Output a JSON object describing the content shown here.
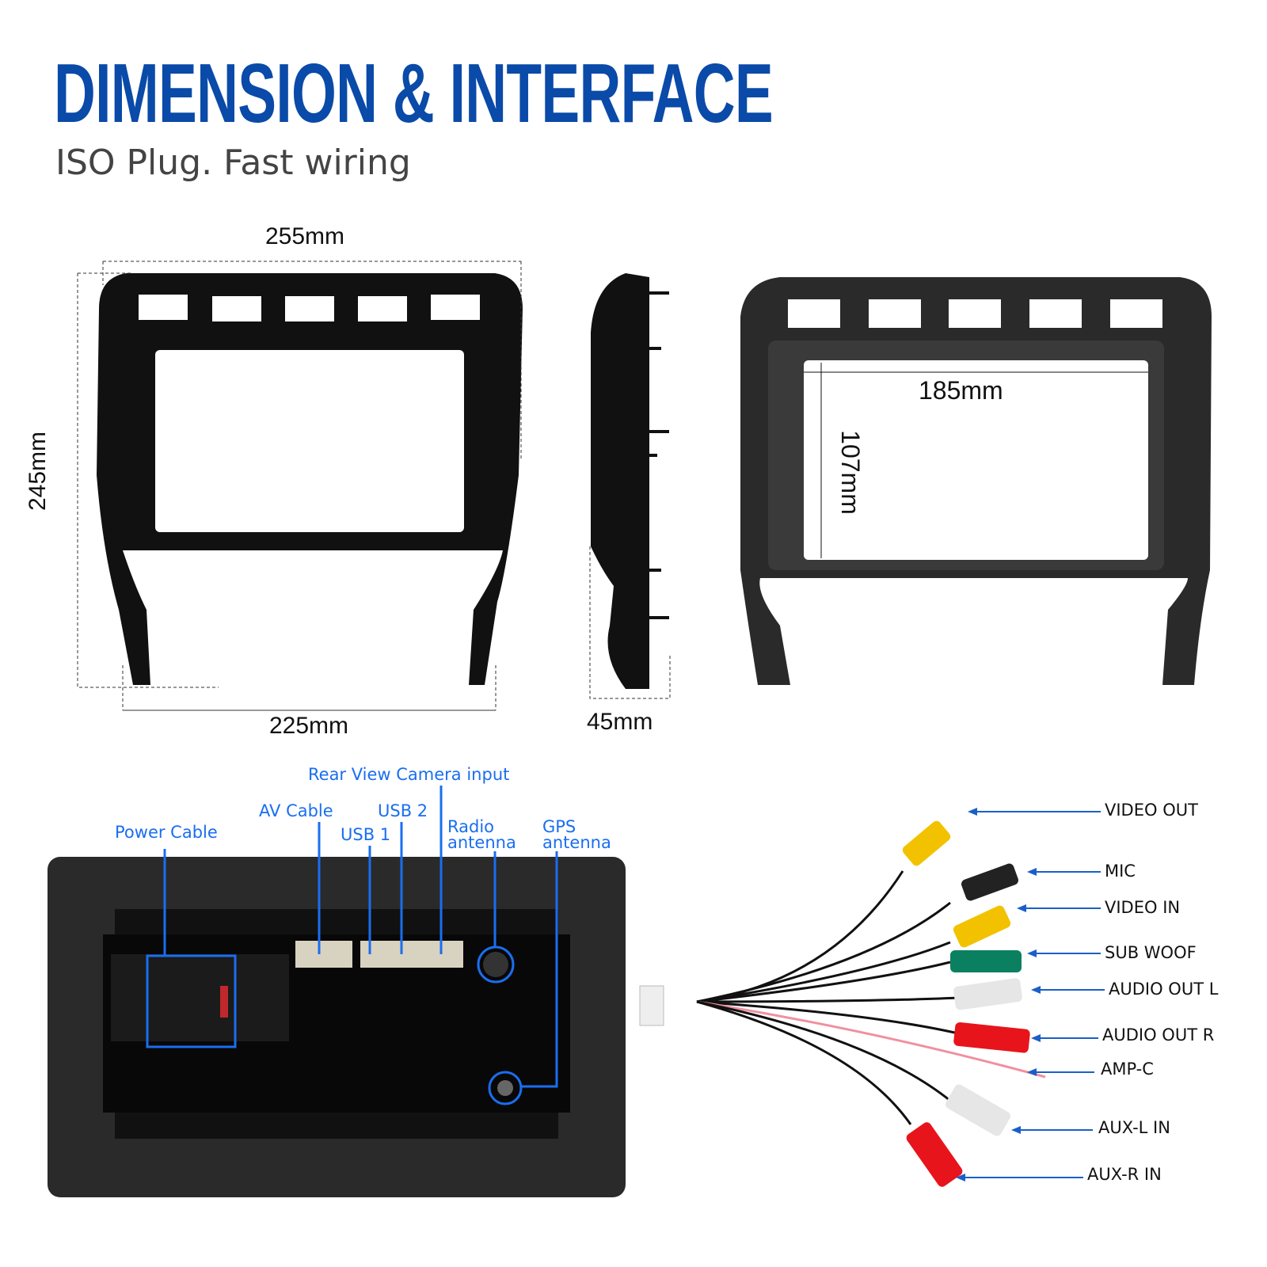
{
  "header": {
    "title": "DIMENSION & INTERFACE",
    "subtitle": "ISO Plug. Fast wiring"
  },
  "dimensions": {
    "top_width": "255mm",
    "height": "245mm",
    "bottom_width": "225mm",
    "depth": "45mm",
    "screen_width": "185mm",
    "screen_height": "107mm"
  },
  "head_unit_ports": {
    "rear_camera": "Rear View Camera input",
    "av_cable": "AV Cable",
    "usb2": "USB 2",
    "usb1": "USB 1",
    "power": "Power Cable",
    "radio_line1": "Radio",
    "radio_line2": "antenna",
    "gps_line1": "GPS",
    "gps_line2": "antenna"
  },
  "rca_cable_labels": [
    "VIDEO OUT",
    "MIC",
    "VIDEO IN",
    "SUB WOOF",
    "AUDIO OUT L",
    "AUDIO OUT R",
    "AMP-C",
    "AUX-L IN",
    "AUX-R IN"
  ],
  "colors": {
    "title": "#0a4aa8",
    "callout": "#1a6ef0"
  }
}
